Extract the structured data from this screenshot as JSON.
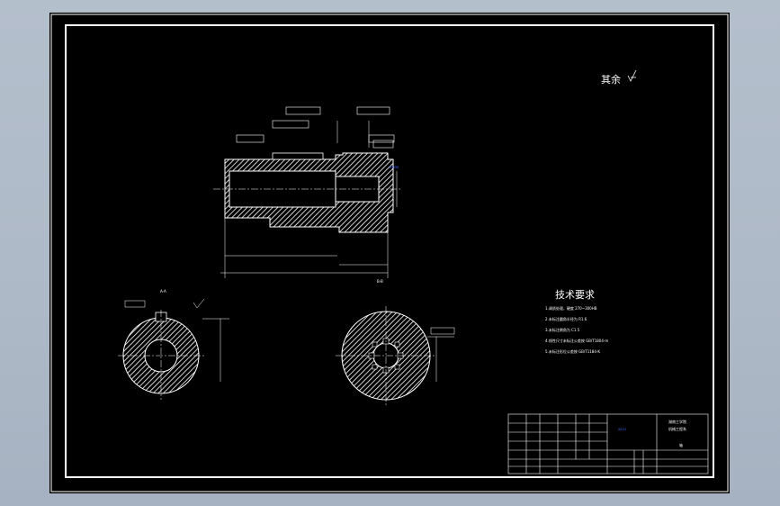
{
  "drawing": {
    "surface_note": "其余",
    "section_view_main_label": "B-B",
    "section_view_a_label": "A-A",
    "dimension_blue_label": "R5/M8"
  },
  "tech_requirements": {
    "title": "技术要求",
    "items": [
      "1.调质处理，硬度 270~300HB",
      "2.未标注圆角半径为 R1.6",
      "3.未标注倒角为 C1.5",
      "4.线性尺寸未标注公差按 GB/T1804-m",
      "5.未标注形位公差按 GB/T1184-K"
    ]
  },
  "title_block": {
    "school_line1": "湖南工学院",
    "school_line2": "机械工程系",
    "part_name": "轴",
    "drawing_no": "XX-01"
  }
}
